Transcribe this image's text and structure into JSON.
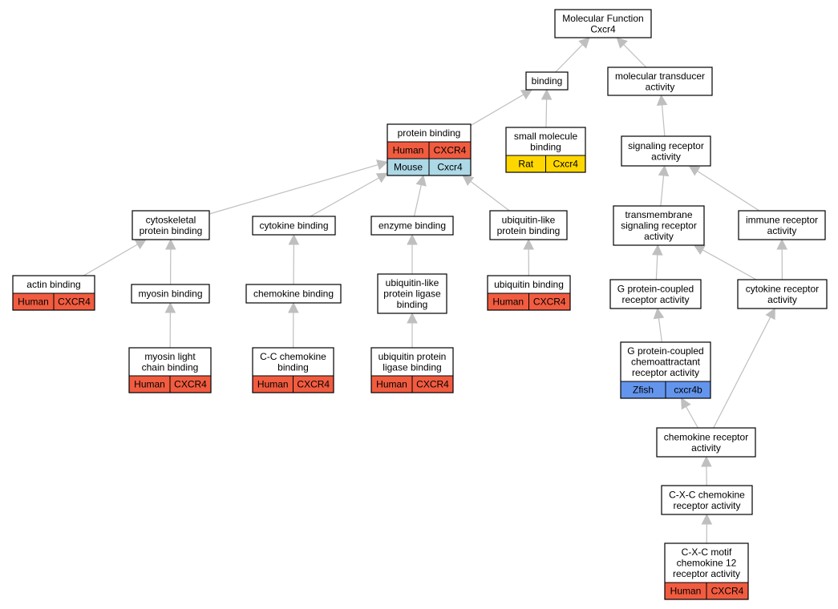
{
  "diagram": {
    "nodes": [
      {
        "id": "mf",
        "lines": [
          "Molecular Function",
          "Cxcr4"
        ],
        "annotations": []
      },
      {
        "id": "binding",
        "lines": [
          "binding"
        ],
        "annotations": []
      },
      {
        "id": "mol_transducer",
        "lines": [
          "molecular transducer",
          "activity"
        ],
        "annotations": []
      },
      {
        "id": "protein_binding",
        "lines": [
          "protein binding"
        ],
        "annotations": [
          {
            "species": "Human",
            "gene": "CXCR4",
            "color": "#f15c40"
          },
          {
            "species": "Mouse",
            "gene": "Cxcr4",
            "color": "#add8e6"
          }
        ]
      },
      {
        "id": "small_molecule",
        "lines": [
          "small molecule",
          "binding"
        ],
        "annotations": [
          {
            "species": "Rat",
            "gene": "Cxcr4",
            "color": "#ffd700"
          }
        ]
      },
      {
        "id": "signaling_receptor",
        "lines": [
          "signaling receptor",
          "activity"
        ],
        "annotations": []
      },
      {
        "id": "cytoskeletal",
        "lines": [
          "cytoskeletal",
          "protein binding"
        ],
        "annotations": []
      },
      {
        "id": "cytokine_binding",
        "lines": [
          "cytokine binding"
        ],
        "annotations": []
      },
      {
        "id": "enzyme_binding",
        "lines": [
          "enzyme binding"
        ],
        "annotations": []
      },
      {
        "id": "ubl_protein_binding",
        "lines": [
          "ubiquitin-like",
          "protein binding"
        ],
        "annotations": []
      },
      {
        "id": "transmembrane",
        "lines": [
          "transmembrane",
          "signaling receptor",
          "activity"
        ],
        "annotations": []
      },
      {
        "id": "immune_receptor",
        "lines": [
          "immune receptor",
          "activity"
        ],
        "annotations": []
      },
      {
        "id": "actin_binding",
        "lines": [
          "actin binding"
        ],
        "annotations": [
          {
            "species": "Human",
            "gene": "CXCR4",
            "color": "#f15c40"
          }
        ]
      },
      {
        "id": "myosin_binding",
        "lines": [
          "myosin binding"
        ],
        "annotations": []
      },
      {
        "id": "chemokine_binding",
        "lines": [
          "chemokine binding"
        ],
        "annotations": []
      },
      {
        "id": "ubl_ligase_binding",
        "lines": [
          "ubiquitin-like",
          "protein ligase",
          "binding"
        ],
        "annotations": []
      },
      {
        "id": "ubiquitin_binding",
        "lines": [
          "ubiquitin binding"
        ],
        "annotations": [
          {
            "species": "Human",
            "gene": "CXCR4",
            "color": "#f15c40"
          }
        ]
      },
      {
        "id": "gpcr",
        "lines": [
          "G protein-coupled",
          "receptor activity"
        ],
        "annotations": []
      },
      {
        "id": "cytokine_receptor",
        "lines": [
          "cytokine receptor",
          "activity"
        ],
        "annotations": []
      },
      {
        "id": "myosin_light",
        "lines": [
          "myosin light",
          "chain binding"
        ],
        "annotations": [
          {
            "species": "Human",
            "gene": "CXCR4",
            "color": "#f15c40"
          }
        ]
      },
      {
        "id": "cc_chemokine",
        "lines": [
          "C-C chemokine",
          "binding"
        ],
        "annotations": [
          {
            "species": "Human",
            "gene": "CXCR4",
            "color": "#f15c40"
          }
        ]
      },
      {
        "id": "ubiquitin_ligase",
        "lines": [
          "ubiquitin protein",
          "ligase binding"
        ],
        "annotations": [
          {
            "species": "Human",
            "gene": "CXCR4",
            "color": "#f15c40"
          }
        ]
      },
      {
        "id": "gpcr_chemo",
        "lines": [
          "G protein-coupled",
          "chemoattractant",
          "receptor activity"
        ],
        "annotations": [
          {
            "species": "Zfish",
            "gene": "cxcr4b",
            "color": "#6495ed"
          }
        ]
      },
      {
        "id": "chemokine_receptor",
        "lines": [
          "chemokine receptor",
          "activity"
        ],
        "annotations": []
      },
      {
        "id": "cxc_chemokine_receptor",
        "lines": [
          "C-X-C chemokine",
          "receptor activity"
        ],
        "annotations": []
      },
      {
        "id": "cxc_motif_12",
        "lines": [
          "C-X-C motif",
          "chemokine 12",
          "receptor activity"
        ],
        "annotations": [
          {
            "species": "Human",
            "gene": "CXCR4",
            "color": "#f15c40"
          }
        ]
      }
    ],
    "edges": [
      {
        "from": "binding",
        "to": "mf"
      },
      {
        "from": "mol_transducer",
        "to": "mf"
      },
      {
        "from": "protein_binding",
        "to": "binding"
      },
      {
        "from": "small_molecule",
        "to": "binding"
      },
      {
        "from": "signaling_receptor",
        "to": "mol_transducer"
      },
      {
        "from": "cytoskeletal",
        "to": "protein_binding"
      },
      {
        "from": "cytokine_binding",
        "to": "protein_binding"
      },
      {
        "from": "enzyme_binding",
        "to": "protein_binding"
      },
      {
        "from": "ubl_protein_binding",
        "to": "protein_binding"
      },
      {
        "from": "transmembrane",
        "to": "signaling_receptor"
      },
      {
        "from": "immune_receptor",
        "to": "signaling_receptor"
      },
      {
        "from": "actin_binding",
        "to": "cytoskeletal"
      },
      {
        "from": "myosin_binding",
        "to": "cytoskeletal"
      },
      {
        "from": "chemokine_binding",
        "to": "cytokine_binding"
      },
      {
        "from": "ubl_ligase_binding",
        "to": "enzyme_binding"
      },
      {
        "from": "ubiquitin_binding",
        "to": "ubl_protein_binding"
      },
      {
        "from": "gpcr",
        "to": "transmembrane"
      },
      {
        "from": "cytokine_receptor",
        "to": "transmembrane"
      },
      {
        "from": "cytokine_receptor",
        "to": "immune_receptor"
      },
      {
        "from": "myosin_light",
        "to": "myosin_binding"
      },
      {
        "from": "cc_chemokine",
        "to": "chemokine_binding"
      },
      {
        "from": "ubiquitin_ligase",
        "to": "ubl_ligase_binding"
      },
      {
        "from": "gpcr_chemo",
        "to": "gpcr"
      },
      {
        "from": "chemokine_receptor",
        "to": "gpcr_chemo"
      },
      {
        "from": "chemokine_receptor",
        "to": "cytokine_receptor"
      },
      {
        "from": "cxc_chemokine_receptor",
        "to": "chemokine_receptor"
      },
      {
        "from": "cxc_motif_12",
        "to": "cxc_chemokine_receptor"
      }
    ],
    "colors": {
      "edge": "#bfbfbf",
      "node_border": "#000000",
      "node_fill": "#ffffff"
    }
  }
}
